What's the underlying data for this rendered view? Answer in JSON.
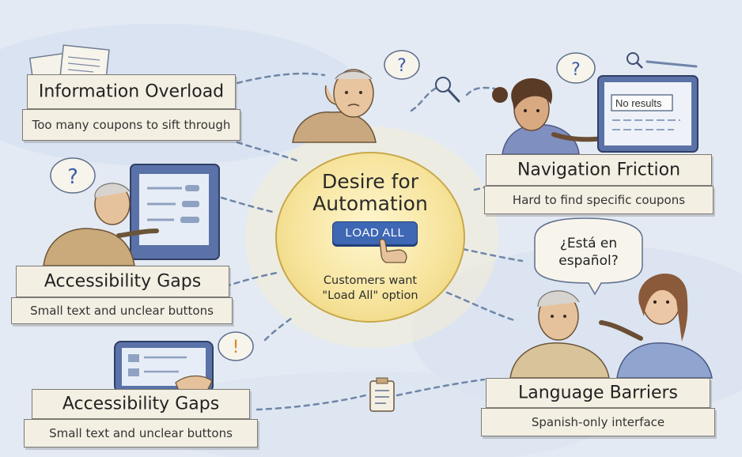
{
  "center": {
    "title_line1": "Desire for",
    "title_line2": "Automation",
    "button_label": "LOAD ALL",
    "desc_line1": "Customers want",
    "desc_line2": "\"Load All\" option"
  },
  "nodes": {
    "information_overload": {
      "title": "Information Overload",
      "desc": "Too many coupons to sift through"
    },
    "navigation_friction": {
      "title": "Navigation Friction",
      "desc": "Hard to find specific coupons",
      "screen_label": "No results"
    },
    "accessibility_gaps_1": {
      "title": "Accessibility Gaps",
      "desc": "Small text and unclear buttons"
    },
    "accessibility_gaps_2": {
      "title": "Accessibility Gaps",
      "desc": "Small text and unclear buttons"
    },
    "language_barriers": {
      "title": "Language Barriers",
      "desc": "Spanish-only interface",
      "speech_line1": "¿Está en",
      "speech_line2": "español?"
    }
  },
  "colors": {
    "background": "#dfe7f1",
    "card": "#f4efe3",
    "hub": "#f6e39a",
    "button": "#3e67b4",
    "connector": "#6f86a8"
  }
}
